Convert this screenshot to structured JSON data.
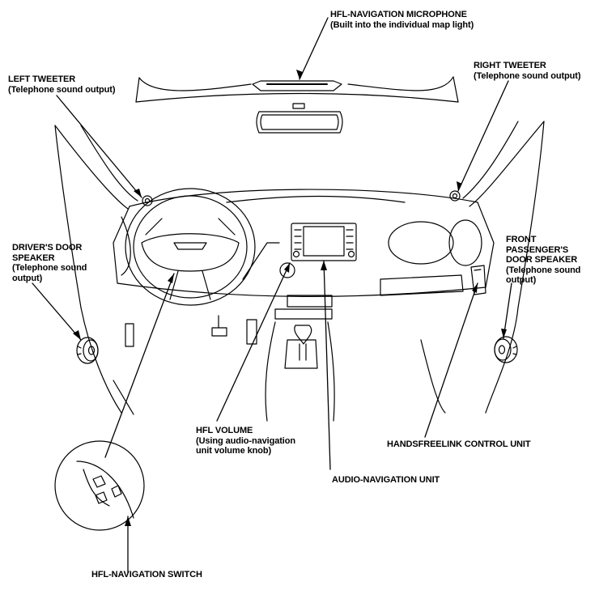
{
  "callouts": {
    "microphone": {
      "title": "HFL-NAVIGATION MICROPHONE",
      "note": "(Built into the individual map light)"
    },
    "left_tweeter": {
      "title": "LEFT TWEETER",
      "note": "(Telephone sound output)"
    },
    "right_tweeter": {
      "title": "RIGHT TWEETER",
      "note": "(Telephone sound output)"
    },
    "driver_door_speaker": {
      "lines": [
        "DRIVER'S DOOR",
        "SPEAKER",
        "(Telephone sound",
        "output)"
      ]
    },
    "passenger_door_speaker": {
      "lines": [
        "FRONT",
        "PASSENGER'S",
        "DOOR SPEAKER",
        "(Telephone sound",
        "output)"
      ]
    },
    "hfl_volume": {
      "lines": [
        "HFL VOLUME",
        "(Using audio-navigation",
        "unit volume knob)"
      ]
    },
    "control_unit": {
      "title": "HANDSFREELINK CONTROL UNIT"
    },
    "audio_nav_unit": {
      "title": "AUDIO-NAVIGATION UNIT"
    },
    "switch": {
      "title": "HFL-NAVIGATION SWITCH"
    }
  }
}
